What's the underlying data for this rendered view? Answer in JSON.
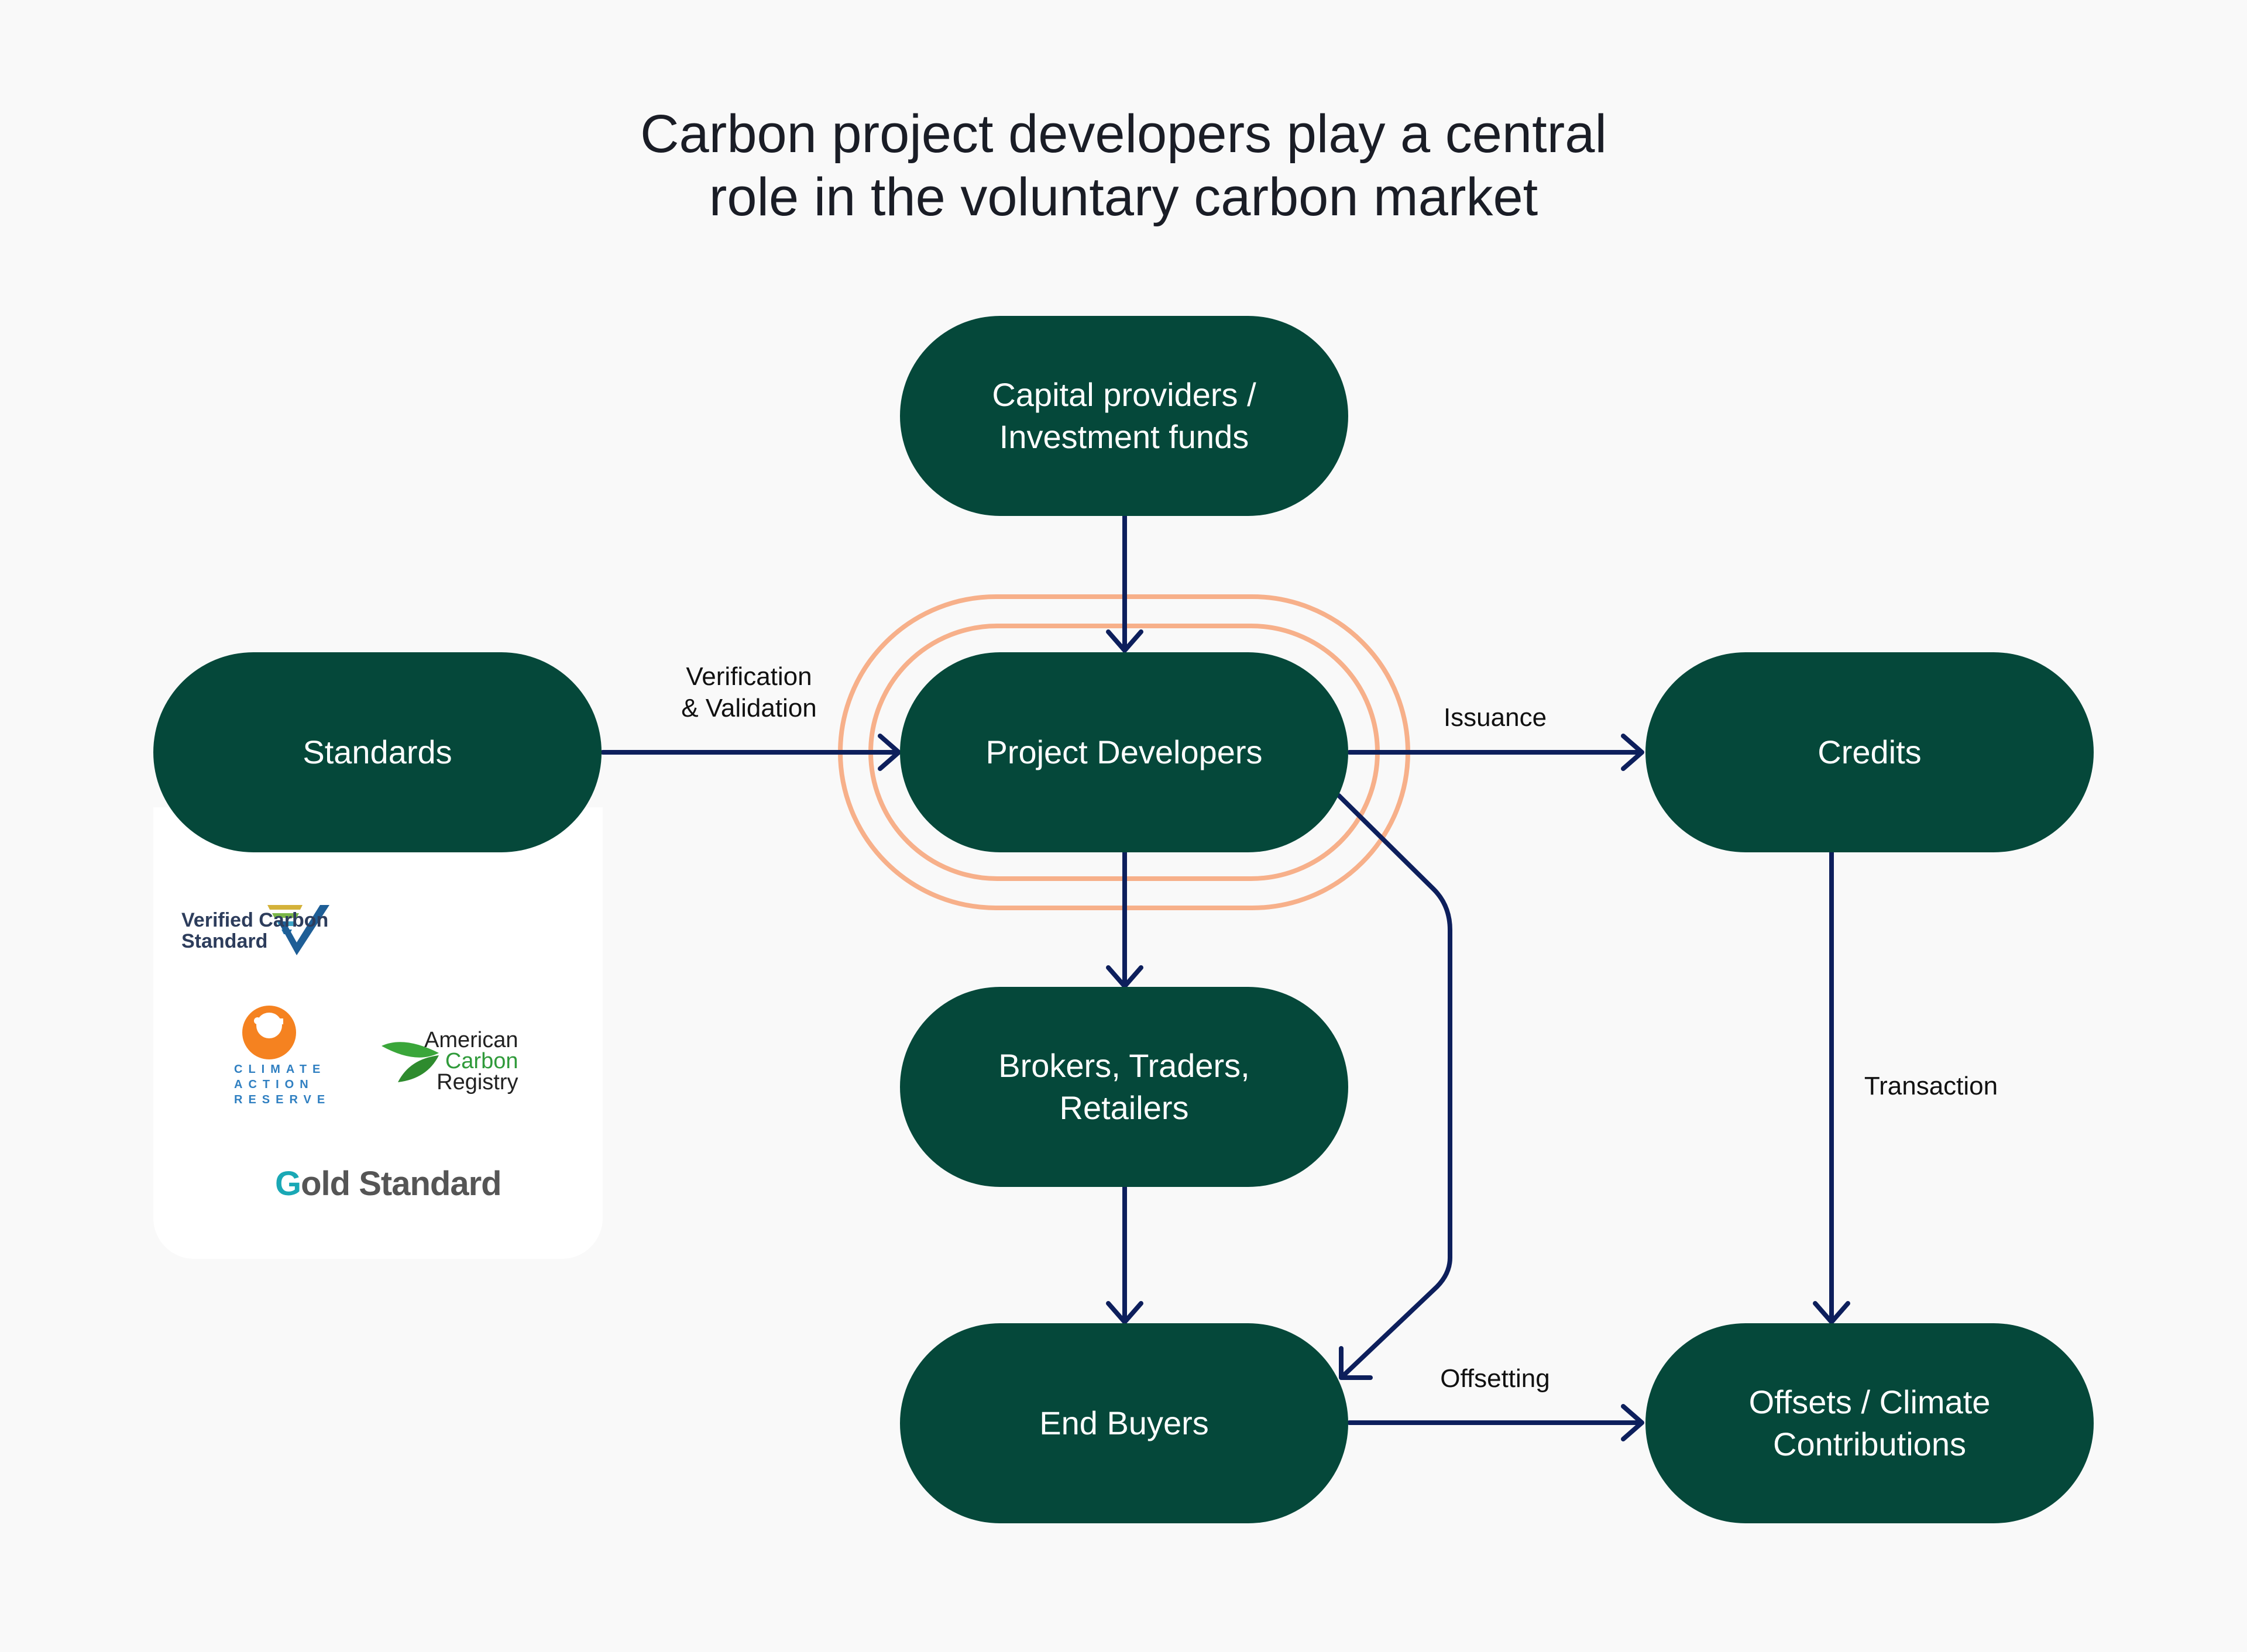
{
  "title": {
    "line1": "Carbon project developers play a central",
    "line2": "role in the voluntary carbon market"
  },
  "nodes": {
    "capital": "Capital providers /\nInvestment funds",
    "standards": "Standards",
    "developers": "Project Developers",
    "credits": "Credits",
    "brokers": "Brokers, Traders,\nRetailers",
    "buyers": "End Buyers",
    "offsets": "Offsets / Climate\nContributions"
  },
  "edges": {
    "verification": "Verification\n& Validation",
    "issuance": "Issuance",
    "transaction": "Transaction",
    "offsetting": "Offsetting"
  },
  "logos": {
    "vcs": "Verified Carbon\nStandard",
    "car": "CLIMATE\nACTION\nRESERVE",
    "acr_line1": "American",
    "acr_line2": "Carbon",
    "acr_line3": "Registry",
    "gold_g": "G",
    "gold_rest": "old Standard"
  },
  "colors": {
    "node": "#05483a",
    "arrow": "#0d1f5c",
    "highlight": "#f7b08a",
    "background": "#f9f9f9"
  }
}
